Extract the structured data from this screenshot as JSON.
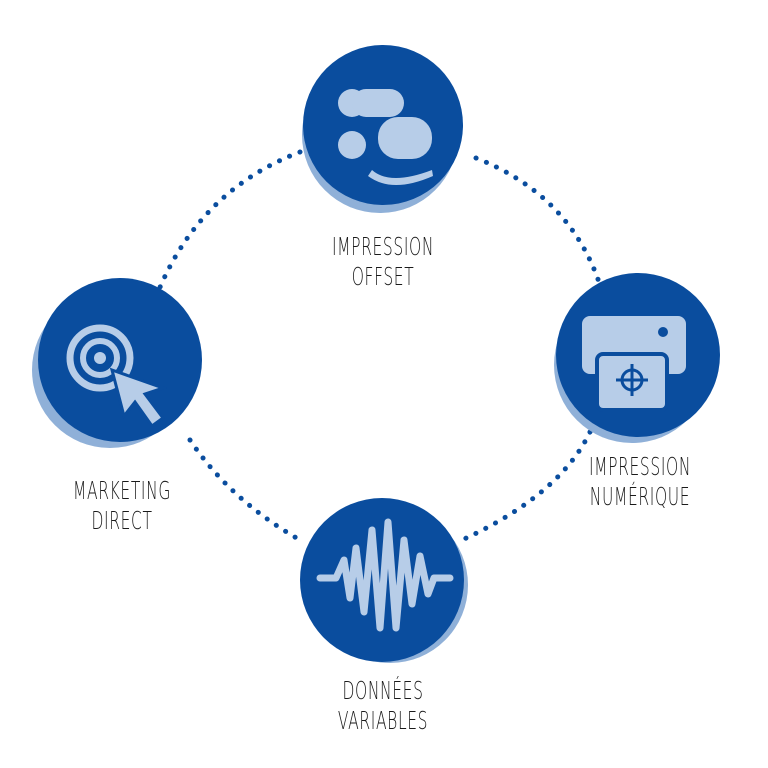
{
  "colors": {
    "primary": "#0a4d9e",
    "light": "#8fb0d8",
    "icon": "#b7cde8",
    "dots": "#0a4d9e"
  },
  "nodes": [
    {
      "id": "offset",
      "icon": "offset-press-icon",
      "lines": [
        "IMPRESSION",
        "OFFSET"
      ]
    },
    {
      "id": "numerique",
      "icon": "digital-printer-icon",
      "lines": [
        "IMPRESSION",
        "NUMÉRIQUE"
      ]
    },
    {
      "id": "donnees",
      "icon": "sound-wave-icon",
      "lines": [
        "DONNÉES",
        "VARIABLES"
      ]
    },
    {
      "id": "marketing",
      "icon": "target-cursor-icon",
      "lines": [
        "MARKETING",
        "DIRECT"
      ]
    }
  ]
}
